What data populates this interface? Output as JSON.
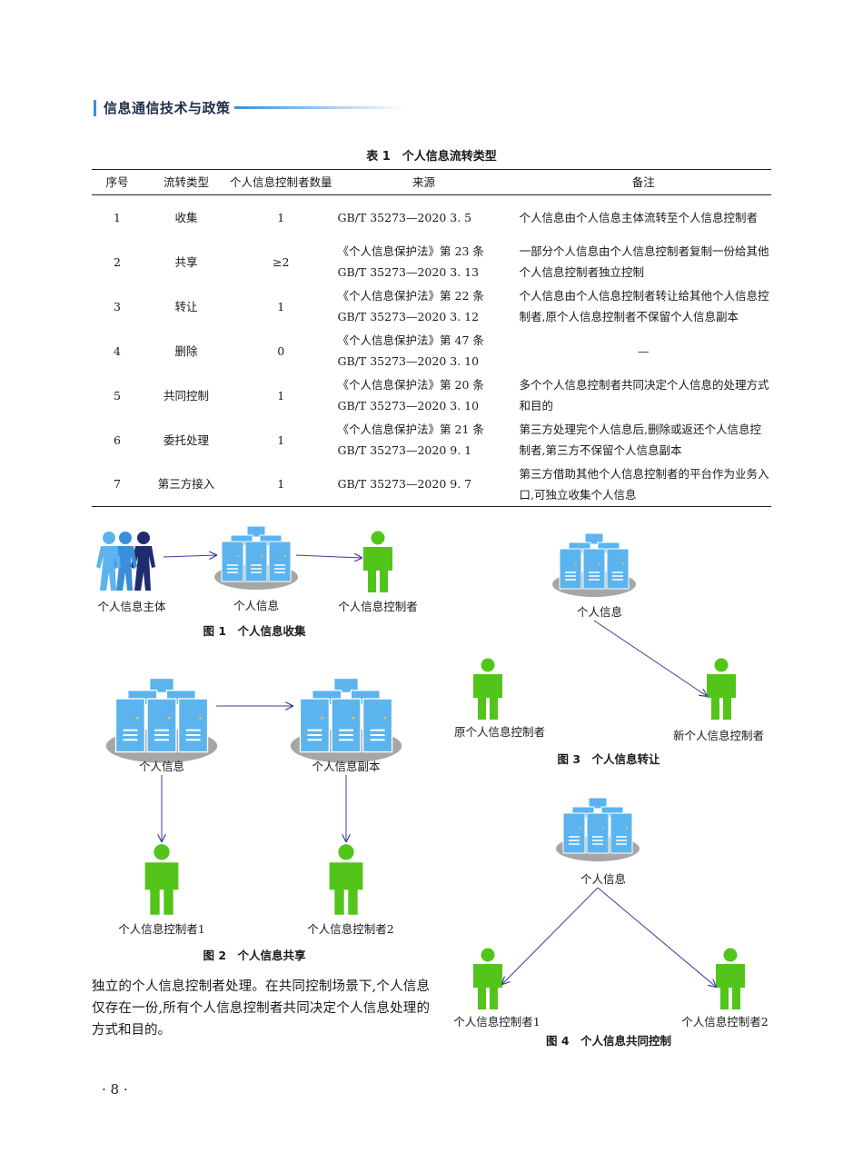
{
  "header": {
    "title": "信息通信技术与政策"
  },
  "table": {
    "caption": "表 1　个人信息流转类型",
    "columns": [
      "序号",
      "流转类型",
      "个人信息控制者数量",
      "来源",
      "备注"
    ],
    "rows": [
      {
        "no": "1",
        "type": "收集",
        "count": "1",
        "source": [
          "GB/T 35273—2020 3. 5"
        ],
        "note": "个人信息由个人信息主体流转至个人信息控制者"
      },
      {
        "no": "2",
        "type": "共享",
        "count": "≥2",
        "source": [
          "《个人信息保护法》第 23 条",
          "GB/T 35273—2020 3. 13"
        ],
        "note": "一部分个人信息由个人信息控制者复制一份给其他个人信息控制者独立控制"
      },
      {
        "no": "3",
        "type": "转让",
        "count": "1",
        "source": [
          "《个人信息保护法》第 22 条",
          "GB/T 35273—2020 3. 12"
        ],
        "note": "个人信息由个人信息控制者转让给其他个人信息控制者,原个人信息控制者不保留个人信息副本"
      },
      {
        "no": "4",
        "type": "删除",
        "count": "0",
        "source": [
          "《个人信息保护法》第 47 条",
          "GB/T 35273—2020 3. 10"
        ],
        "note": "—"
      },
      {
        "no": "5",
        "type": "共同控制",
        "count": "1",
        "source": [
          "《个人信息保护法》第 20 条",
          "GB/T 35273—2020 3. 10"
        ],
        "note": "多个个人信息控制者共同决定个人信息的处理方式和目的"
      },
      {
        "no": "6",
        "type": "委托处理",
        "count": "1",
        "source": [
          "《个人信息保护法》第 21 条",
          "GB/T 35273—2020 9. 1"
        ],
        "note": "第三方处理完个人信息后,删除或返还个人信息控制者,第三方不保留个人信息副本"
      },
      {
        "no": "7",
        "type": "第三方接入",
        "count": "1",
        "source": [
          "GB/T 35273—2020 9. 7"
        ],
        "note": "第三方借助其他个人信息控制者的平台作为业务入口,可独立收集个人信息"
      }
    ]
  },
  "fig1": {
    "caption": "图 1　个人信息收集",
    "labels": {
      "subject": "个人信息主体",
      "info": "个人信息",
      "controller": "个人信息控制者"
    }
  },
  "fig2": {
    "caption": "图 2　个人信息共享",
    "labels": {
      "info": "个人信息",
      "copy": "个人信息副本",
      "controller1": "个人信息控制者1",
      "controller2": "个人信息控制者2"
    }
  },
  "fig3": {
    "caption": "图 3　个人信息转让",
    "labels": {
      "info": "个人信息",
      "old": "原个人信息控制者",
      "new": "新个人信息控制者"
    }
  },
  "fig4": {
    "caption": "图 4　个人信息共同控制",
    "labels": {
      "info": "个人信息",
      "controller1": "个人信息控制者1",
      "controller2": "个人信息控制者2"
    }
  },
  "body_text": "独立的个人信息控制者处理。在共同控制场景下,个人信息仅存在一份,所有个人信息控制者共同决定个人信息处理的方式和目的。",
  "page_number": "· 8 ·",
  "colors": {
    "server": "#5bb4ee",
    "person": "#52c41a",
    "crowd": [
      "#5bb4ee",
      "#3a8fd8",
      "#1f2d6e"
    ],
    "arrow": "#3a3a9a",
    "accent": "#3a8fd8"
  }
}
